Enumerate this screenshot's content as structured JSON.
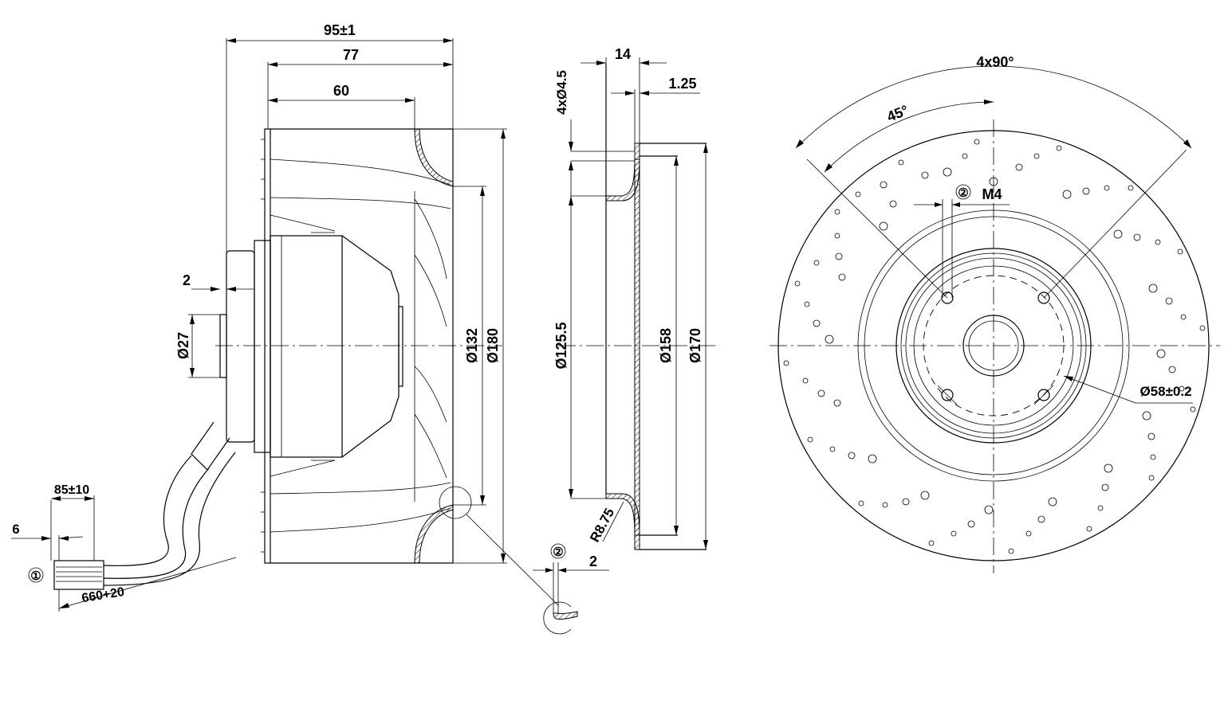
{
  "side_view": {
    "dim_overall_length": "95±1",
    "dim_impeller_depth": "77",
    "dim_blade_depth": "60",
    "dim_hub_step": "2",
    "dim_hub_diameter": "Ø27",
    "dim_inner_ring": "Ø132",
    "dim_outer_diameter": "Ø180",
    "cable_strip_length": "85±10",
    "cable_lead_length": "6",
    "cable_length": "660+20",
    "callout_cable": "①"
  },
  "section_view": {
    "dim_flange_width": "14",
    "dim_sheet_thickness": "1.25",
    "dim_holes": "4xØ4.5",
    "dim_inlet_diameter": "Ø125.5",
    "dim_ring_diameter": "Ø158",
    "dim_flange_diameter": "Ø170",
    "dim_radius": "R8.75",
    "detail_callout": "②",
    "detail_dim": "2"
  },
  "front_view": {
    "dim_spacing": "4x90°",
    "dim_angle": "45°",
    "callout": "②",
    "thread": "M4",
    "dim_bolt_circle": "Ø58±0.2"
  }
}
